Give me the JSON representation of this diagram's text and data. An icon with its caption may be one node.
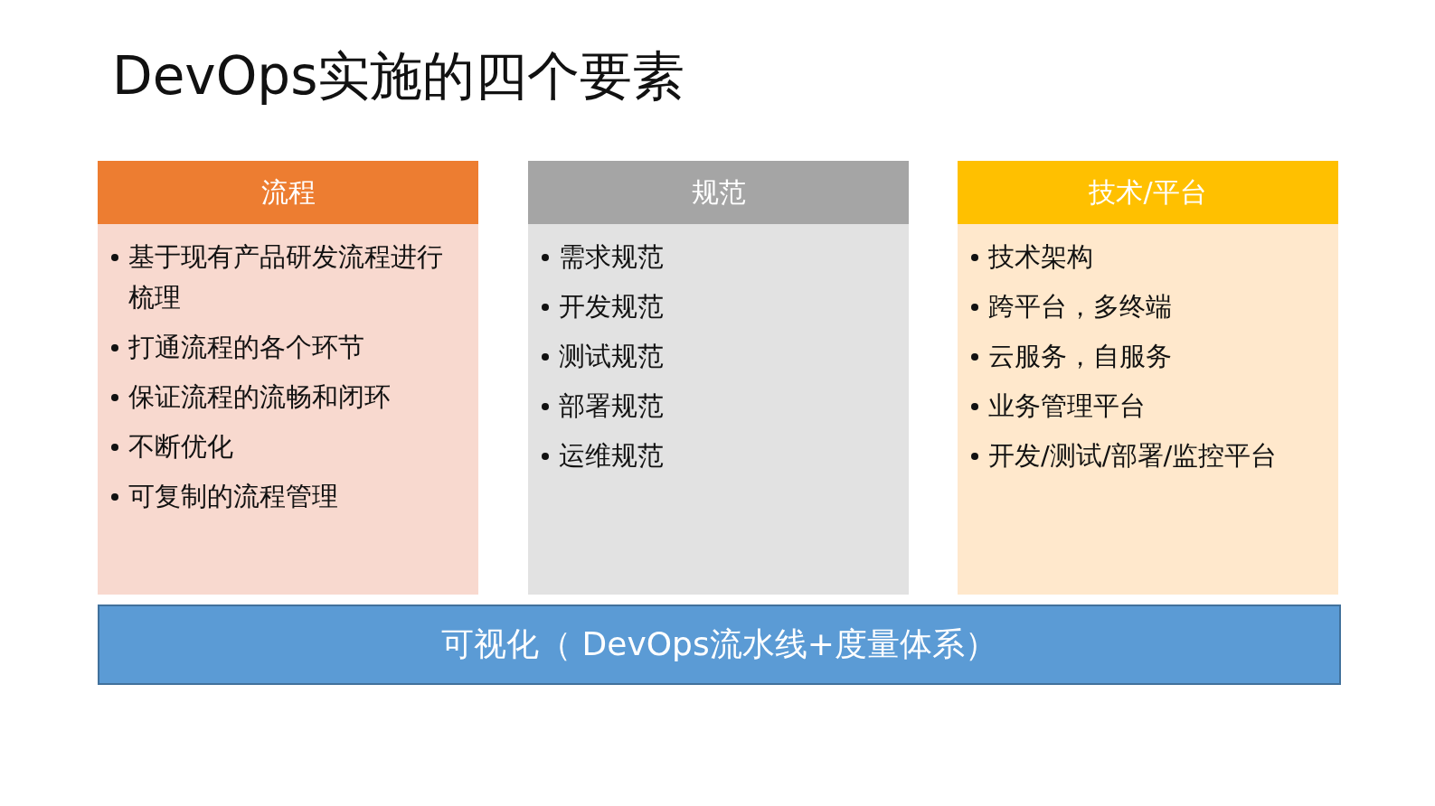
{
  "diagram": {
    "title": "DevOps实施的四个要素",
    "nodes": [
      {
        "text": [
          "流程",
          "基于现有产品研发流程进行梳理",
          "打通流程的各个环节",
          "保证流程的流畅和闭环",
          "不断优化",
          "可复制的流程管理"
        ]
      },
      {
        "text": [
          "规范",
          "需求规范",
          "开发规范",
          "测试规范",
          "部署规范",
          "运维规范"
        ]
      },
      {
        "text": [
          "技术/平台",
          "技术架构",
          "跨平台，多终端",
          "云服务，自服务",
          "业务管理平台",
          "开发/测试/部署/监控平台"
        ]
      },
      {
        "text": [
          "可视化（ DevOps流水线+度量体系）"
        ]
      }
    ]
  }
}
